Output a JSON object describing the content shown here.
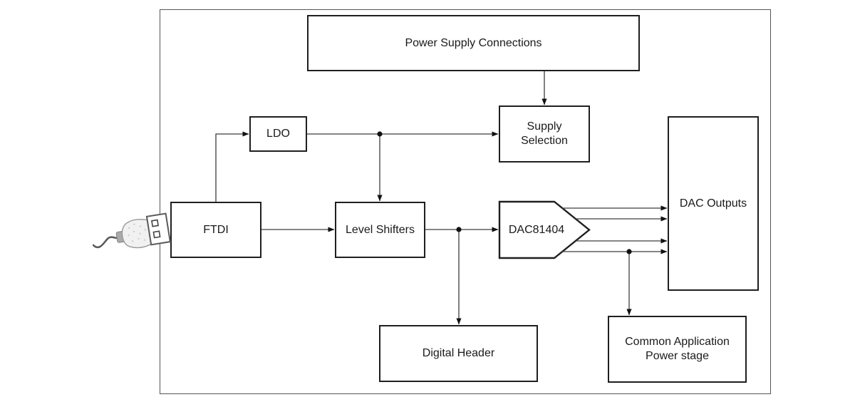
{
  "diagram": {
    "type": "block-diagram",
    "nodes": {
      "power_supply_connections": {
        "label": "Power Supply Connections"
      },
      "supply_selection": {
        "label": "Supply\nSelection"
      },
      "ldo": {
        "label": "LDO"
      },
      "ftdi": {
        "label": "FTDI"
      },
      "level_shifters": {
        "label": "Level Shifters"
      },
      "dac81404": {
        "label": "DAC81404"
      },
      "dac_outputs": {
        "label": "DAC Outputs"
      },
      "digital_header": {
        "label": "Digital Header"
      },
      "common_application_power_stage": {
        "label": "Common Application\nPower stage"
      }
    },
    "edges": [
      {
        "from": "power_supply_connections",
        "to": "supply_selection",
        "arrow": true
      },
      {
        "from": "ftdi",
        "to": "ldo",
        "arrow": true
      },
      {
        "from": "ldo",
        "to": "supply_selection",
        "arrow": true
      },
      {
        "from": "ldo_to_supply_junction",
        "to": "level_shifters",
        "arrow": true
      },
      {
        "from": "ftdi",
        "to": "level_shifters",
        "arrow": true
      },
      {
        "from": "level_shifters",
        "to": "dac81404",
        "arrow": true
      },
      {
        "from": "level_shifters_to_dac_junction",
        "to": "digital_header",
        "arrow": true
      },
      {
        "from": "dac81404",
        "to": "dac_outputs",
        "arrow": true,
        "line_count": 4
      },
      {
        "from": "dac_outputs_line4_junction",
        "to": "common_application_power_stage",
        "arrow": true
      }
    ],
    "icons": {
      "usb_connector": "usb-plug-icon"
    },
    "colors": {
      "background": "#ffffff",
      "box_border": "#1f1f1f",
      "outer_border": "#565656",
      "wire": "#3d3d3d",
      "arrowhead": "#111111",
      "text": "#1a1a1a"
    }
  }
}
